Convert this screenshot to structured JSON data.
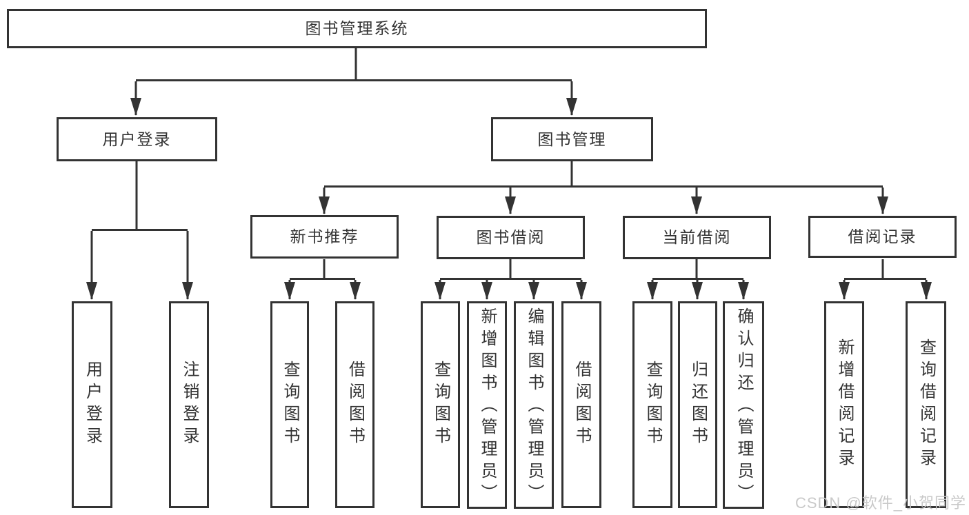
{
  "diagram_title": "图书管理系统",
  "tree": {
    "label": "图书管理系统",
    "children": [
      {
        "label": "用户登录",
        "children": [
          {
            "label": "用户登录"
          },
          {
            "label": "注销登录"
          }
        ]
      },
      {
        "label": "图书管理",
        "children": [
          {
            "label": "新书推荐",
            "children": [
              {
                "label": "查询图书"
              },
              {
                "label": "借阅图书"
              }
            ]
          },
          {
            "label": "图书借阅",
            "children": [
              {
                "label": "查询图书"
              },
              {
                "label": "新增图书（管理员）"
              },
              {
                "label": "编辑图书（管理员）"
              },
              {
                "label": "借阅图书"
              }
            ]
          },
          {
            "label": "当前借阅",
            "children": [
              {
                "label": "查询图书"
              },
              {
                "label": "归还图书"
              },
              {
                "label": "确认归还（管理员）"
              }
            ]
          },
          {
            "label": "借阅记录",
            "children": [
              {
                "label": "新增借阅记录"
              },
              {
                "label": "查询借阅记录"
              }
            ]
          }
        ]
      }
    ]
  },
  "watermark": {
    "text": "CSDN @软件_小贺同学"
  },
  "colors": {
    "line": "#333333",
    "box_border": "#333333",
    "text": "#333333",
    "background": "#ffffff",
    "watermark": "#c6c6c6"
  }
}
